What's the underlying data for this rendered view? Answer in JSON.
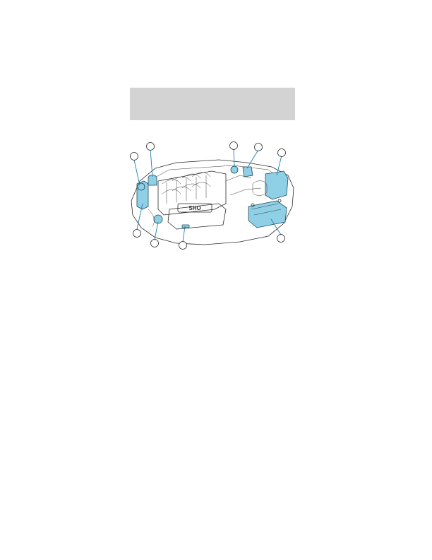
{
  "header": {
    "fill_color": "#d3d3d3"
  },
  "diagram": {
    "highlight_color": "#8fd0e6",
    "callout_line_color": "#1e7fb0",
    "engine_badge": "SHO",
    "callouts": [
      {
        "id": 1,
        "label": ""
      },
      {
        "id": 2,
        "label": ""
      },
      {
        "id": 3,
        "label": ""
      },
      {
        "id": 4,
        "label": ""
      },
      {
        "id": 5,
        "label": ""
      },
      {
        "id": 6,
        "label": ""
      },
      {
        "id": 7,
        "label": ""
      },
      {
        "id": 8,
        "label": ""
      },
      {
        "id": 9,
        "label": ""
      }
    ]
  }
}
